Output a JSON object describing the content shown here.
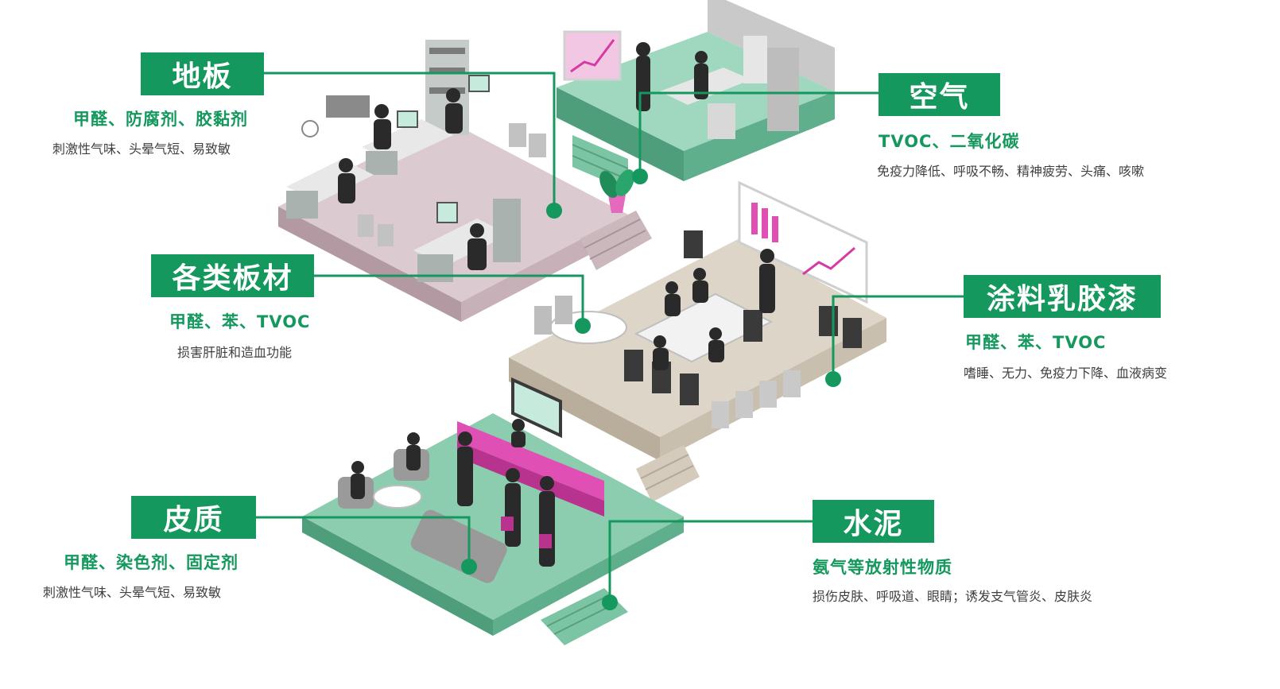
{
  "colors": {
    "accent": "#14985d",
    "floor_pink": "#d8c7cb",
    "floor_green": "#8fcfb2",
    "floor_beige": "#d9d1c4",
    "magenta": "#e04fb4",
    "text_gray": "#404040"
  },
  "labels": {
    "floor": {
      "title": "地板",
      "pollutants": "甲醛、防腐剂、胶黏剂",
      "effects": "刺激性气味、头晕气短、易致敏"
    },
    "air": {
      "title": "空气",
      "pollutants": "TVOC、二氧化碳",
      "effects": "免疫力降低、呼吸不畅、精神疲劳、头痛、咳嗽"
    },
    "boards": {
      "title": "各类板材",
      "pollutants": "甲醛、苯、TVOC",
      "effects": "损害肝脏和造血功能"
    },
    "paint": {
      "title": "涂料乳胶漆",
      "pollutants": "甲醛、苯、TVOC",
      "effects": "嗜睡、无力、免疫力下降、血液病变"
    },
    "leather": {
      "title": "皮质",
      "pollutants": "甲醛、染色剂、固定剂",
      "effects": "刺激性气味、头晕气短、易致敏"
    },
    "cement": {
      "title": "水泥",
      "pollutants": "氨气等放射性物质",
      "effects": "损伤皮肤、呼吸道、眼睛；诱发支气管炎、皮肤炎"
    }
  }
}
